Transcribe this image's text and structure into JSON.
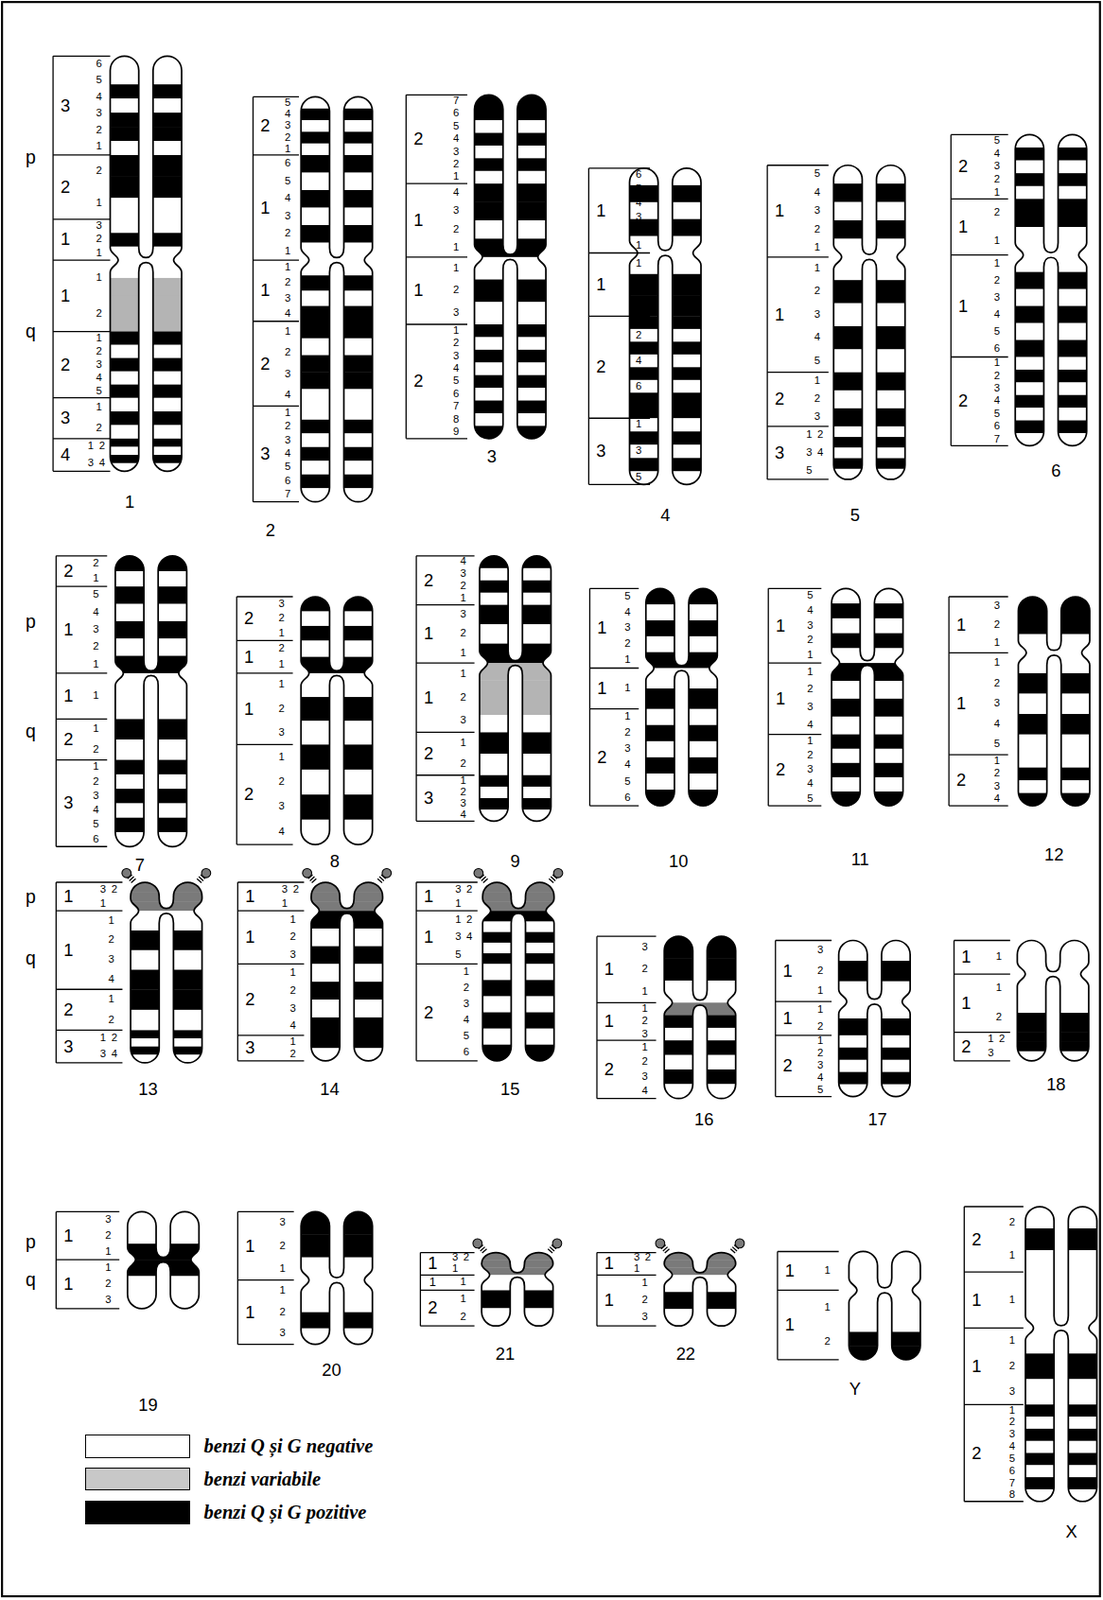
{
  "diagram": {
    "labels": [
      "p",
      "q",
      "3",
      "6",
      "5",
      "4",
      "3",
      "2",
      "1",
      "2",
      "2",
      "1",
      "1",
      "3",
      "2",
      "1",
      "1",
      "1",
      "2",
      "2",
      "1",
      "2",
      "3",
      "4",
      "5",
      "3",
      "1",
      "2",
      "4",
      "1",
      "2",
      "3",
      "4",
      "1",
      "2",
      "5",
      "4",
      "3",
      "2",
      "1",
      "1",
      "6",
      "5",
      "4",
      "3",
      "2",
      "1",
      "1",
      "1",
      "2",
      "3",
      "4",
      "2",
      "1",
      "2",
      "3",
      "4",
      "3",
      "1",
      "2",
      "3",
      "4",
      "5",
      "6",
      "7",
      "2",
      "2",
      "7",
      "6",
      "5",
      "4",
      "3",
      "2",
      "1",
      "1",
      "4",
      "3",
      "2",
      "1",
      "1",
      "1",
      "2",
      "3",
      "2",
      "1",
      "2",
      "3",
      "4",
      "5",
      "6",
      "7",
      "8",
      "9",
      "3",
      "1",
      "6",
      "5",
      "4",
      "3",
      "2",
      "1",
      "1",
      "1",
      "2",
      "3",
      "2",
      "1",
      "2",
      "3",
      "4",
      "5",
      "6",
      "7",
      "8",
      "3",
      "1",
      "2",
      "3",
      "4",
      "5",
      "4",
      "1",
      "5",
      "4",
      "3",
      "2",
      "1",
      "1",
      "1",
      "2",
      "3",
      "4",
      "5",
      "2",
      "1",
      "2",
      "3",
      "3",
      "1",
      "2",
      "3",
      "4",
      "5",
      "5",
      "2",
      "5",
      "4",
      "3",
      "2",
      "1",
      "1",
      "2",
      "1",
      "1",
      "1",
      "2",
      "3",
      "4",
      "5",
      "6",
      "2",
      "1",
      "2",
      "3",
      "4",
      "5",
      "6",
      "7",
      "6",
      "p",
      "q",
      "2",
      "2",
      "1",
      "1",
      "5",
      "4",
      "3",
      "2",
      "1",
      "1",
      "1",
      "2",
      "1",
      "2",
      "3",
      "1",
      "2",
      "3",
      "4",
      "5",
      "6",
      "7",
      "2",
      "3",
      "2",
      "1",
      "1",
      "2",
      "1",
      "1",
      "1",
      "2",
      "3",
      "2",
      "1",
      "2",
      "3",
      "4",
      "8",
      "2",
      "4",
      "3",
      "2",
      "1",
      "1",
      "3",
      "2",
      "1",
      "1",
      "1",
      "2",
      "3",
      "2",
      "1",
      "2",
      "3",
      "1",
      "2",
      "3",
      "4",
      "9",
      "1",
      "5",
      "4",
      "3",
      "2",
      "1",
      "1",
      "1",
      "2",
      "1",
      "2",
      "3",
      "4",
      "5",
      "6",
      "10",
      "1",
      "5",
      "4",
      "3",
      "2",
      "1",
      "1",
      "1",
      "2",
      "3",
      "4",
      "2",
      "1",
      "2",
      "3",
      "4",
      "5",
      "11",
      "1",
      "3",
      "2",
      "1",
      "1",
      "1",
      "2",
      "3",
      "4",
      "5",
      "2",
      "1",
      "2",
      "3",
      "4",
      "12",
      "p",
      "q",
      "1",
      "3",
      "2",
      "1",
      "1",
      "1",
      "2",
      "3",
      "4",
      "2",
      "1",
      "2",
      "3",
      "1",
      "2",
      "3",
      "4",
      "13",
      "1",
      "3",
      "2",
      "1",
      "1",
      "1",
      "2",
      "3",
      "2",
      "1",
      "2",
      "3",
      "4",
      "3",
      "1",
      "2",
      "14",
      "1",
      "3",
      "2",
      "1",
      "1",
      "1",
      "2",
      "3",
      "4",
      "5",
      "2",
      "1",
      "2",
      "3",
      "4",
      "5",
      "6",
      "15",
      "1",
      "3",
      "2",
      "1",
      "1",
      "1",
      "2",
      "3",
      "2",
      "1",
      "2",
      "3",
      "4",
      "16",
      "1",
      "3",
      "2",
      "1",
      "1",
      "1",
      "2",
      "2",
      "1",
      "2",
      "3",
      "4",
      "5",
      "17",
      "1",
      "1",
      "1",
      "1",
      "2",
      "2",
      "1",
      "2",
      "3",
      "18",
      "p",
      "q",
      "1",
      "3",
      "2",
      "1",
      "1",
      "1",
      "2",
      "3",
      "19",
      "1",
      "3",
      "2",
      "1",
      "1",
      "1",
      "2",
      "3",
      "20",
      "1",
      "3",
      "2",
      "1",
      "1",
      "1",
      "2",
      "1",
      "2",
      "21",
      "1",
      "3",
      "2",
      "1",
      "1",
      "1",
      "2",
      "3",
      "22",
      "1",
      "1",
      "1",
      "1",
      "2",
      "Y",
      "2",
      "2",
      "1",
      "1",
      "1",
      "1",
      "1",
      "2",
      "3",
      "2",
      "1",
      "2",
      "3",
      "4",
      "5",
      "6",
      "7",
      "8",
      "X"
    ],
    "legend": [
      {
        "text": "benzi Q și G negative",
        "color": "#ffffff"
      },
      {
        "text": "benzi variabile",
        "color": "#c8c8c8"
      },
      {
        "text": "benzi Q și G pozitive",
        "color": "#000000"
      }
    ]
  }
}
